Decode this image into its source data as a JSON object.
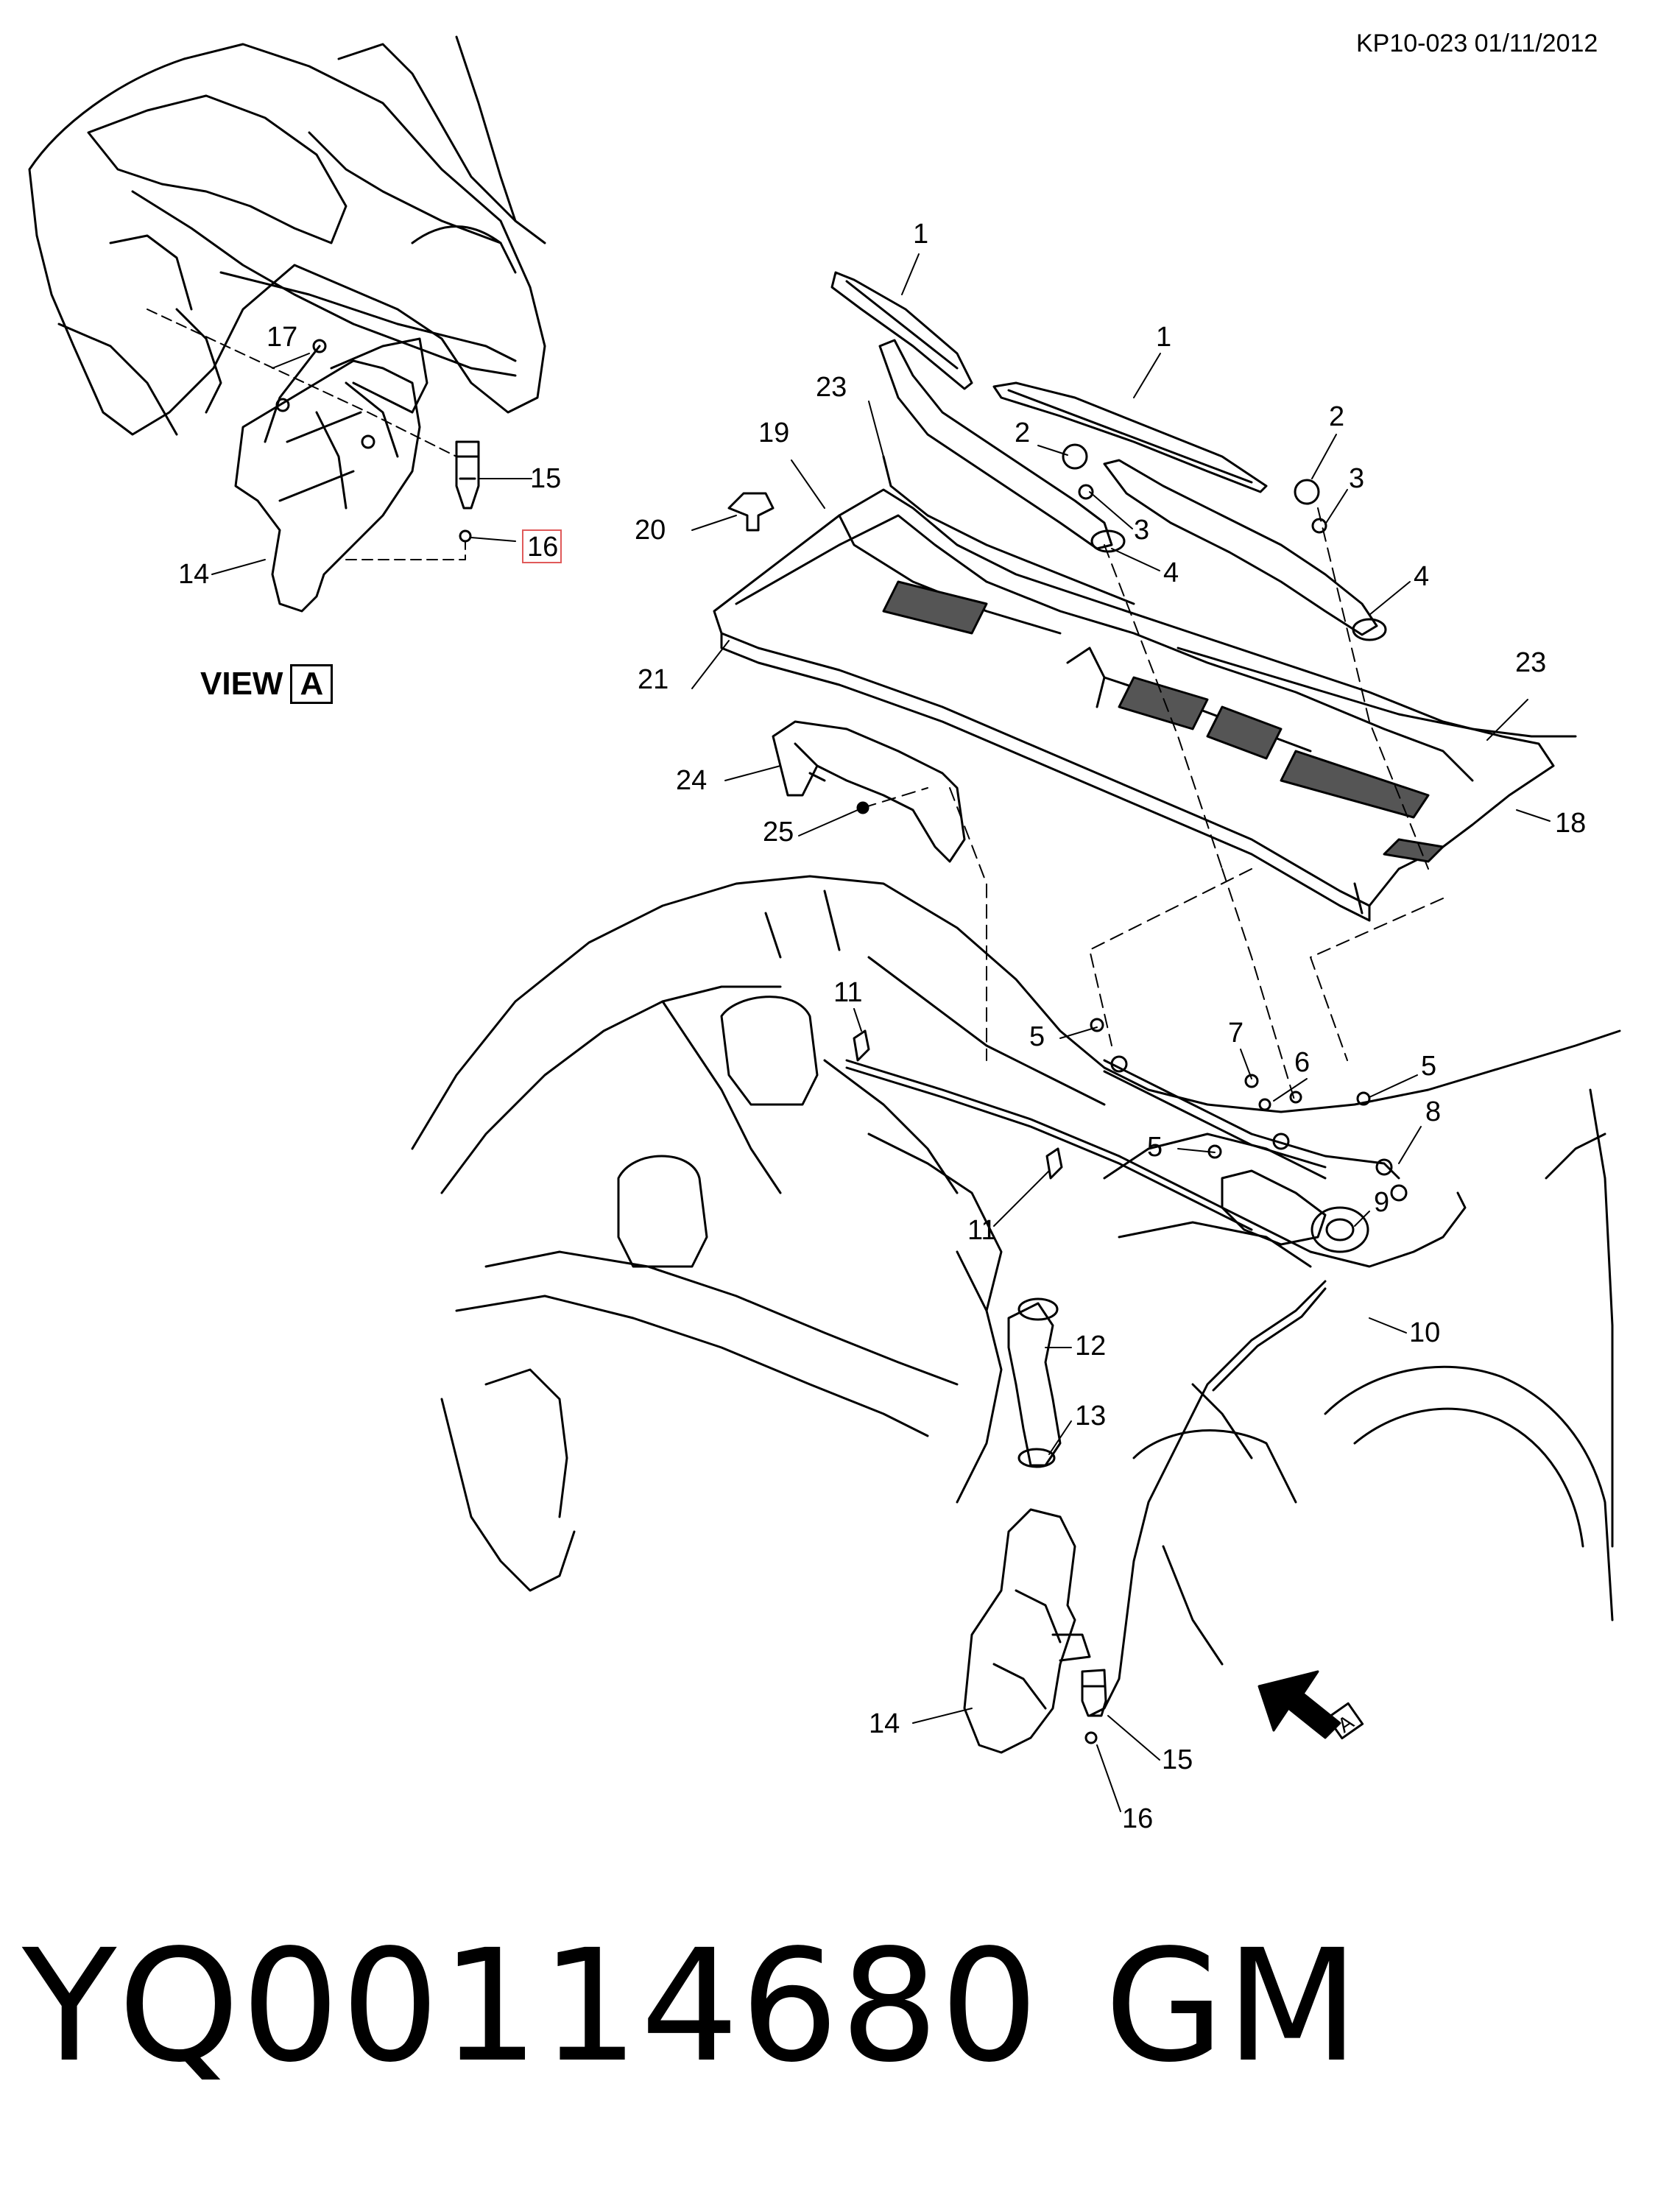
{
  "header": {
    "ref": "KP10-023 01/11/2012"
  },
  "view_label": {
    "text": "VIEW",
    "letter": "A"
  },
  "part_number": "YQ00114680",
  "brand": "GM",
  "callouts": [
    {
      "id": "c1a",
      "label": "1"
    },
    {
      "id": "c1b",
      "label": "1"
    },
    {
      "id": "c2a",
      "label": "2"
    },
    {
      "id": "c2b",
      "label": "2"
    },
    {
      "id": "c3a",
      "label": "3"
    },
    {
      "id": "c3b",
      "label": "3"
    },
    {
      "id": "c4a",
      "label": "4"
    },
    {
      "id": "c4b",
      "label": "4"
    },
    {
      "id": "c5a",
      "label": "5"
    },
    {
      "id": "c5b",
      "label": "5"
    },
    {
      "id": "c5c",
      "label": "5"
    },
    {
      "id": "c6",
      "label": "6"
    },
    {
      "id": "c7",
      "label": "7"
    },
    {
      "id": "c8",
      "label": "8"
    },
    {
      "id": "c9",
      "label": "9"
    },
    {
      "id": "c10",
      "label": "10"
    },
    {
      "id": "c11a",
      "label": "11"
    },
    {
      "id": "c11b",
      "label": "11"
    },
    {
      "id": "c12",
      "label": "12"
    },
    {
      "id": "c13",
      "label": "13"
    },
    {
      "id": "c14a",
      "label": "14"
    },
    {
      "id": "c14b",
      "label": "14"
    },
    {
      "id": "c15a",
      "label": "15"
    },
    {
      "id": "c15b",
      "label": "15"
    },
    {
      "id": "c16a",
      "label": "16"
    },
    {
      "id": "c16b",
      "label": "16"
    },
    {
      "id": "c17",
      "label": "17"
    },
    {
      "id": "c18",
      "label": "18"
    },
    {
      "id": "c19",
      "label": "19"
    },
    {
      "id": "c20",
      "label": "20"
    },
    {
      "id": "c21",
      "label": "21"
    },
    {
      "id": "c23a",
      "label": "23"
    },
    {
      "id": "c23b",
      "label": "23"
    },
    {
      "id": "c24",
      "label": "24"
    },
    {
      "id": "c25",
      "label": "25"
    }
  ],
  "view_arrow_letter": "A",
  "highlight_color": "#e05a5a"
}
